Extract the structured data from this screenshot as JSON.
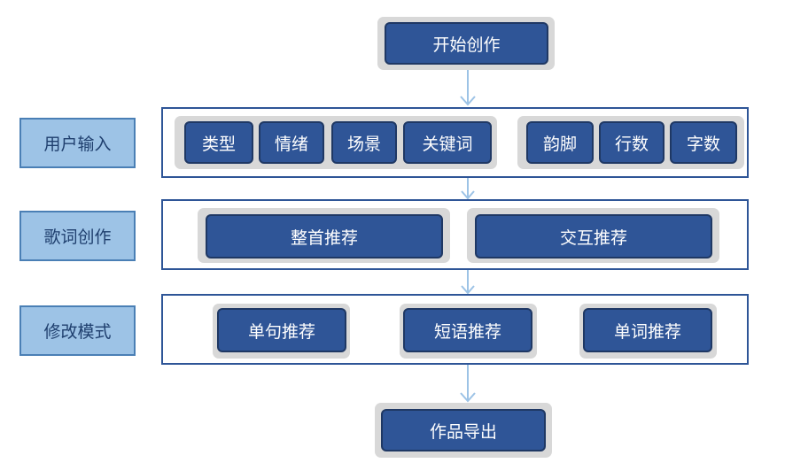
{
  "flow": {
    "start": "开始创作",
    "end": "作品导出"
  },
  "rows": {
    "input": {
      "label": "用户输入",
      "group_a": [
        "类型",
        "情绪",
        "场景",
        "关键词"
      ],
      "group_b": [
        "韵脚",
        "行数",
        "字数"
      ]
    },
    "compose": {
      "label": "歌词创作",
      "items": [
        "整首推荐",
        "交互推荐"
      ]
    },
    "modify": {
      "label": "修改模式",
      "items": [
        "单句推荐",
        "短语推荐",
        "单词推荐"
      ]
    }
  },
  "colors": {
    "button_fill": "#2f5597",
    "button_border": "#1f3864",
    "pill_bg": "#d8d8d8",
    "side_label_fill": "#9dc3e6",
    "frame_border": "#2e5597",
    "arrow": "#9dc3e6"
  }
}
